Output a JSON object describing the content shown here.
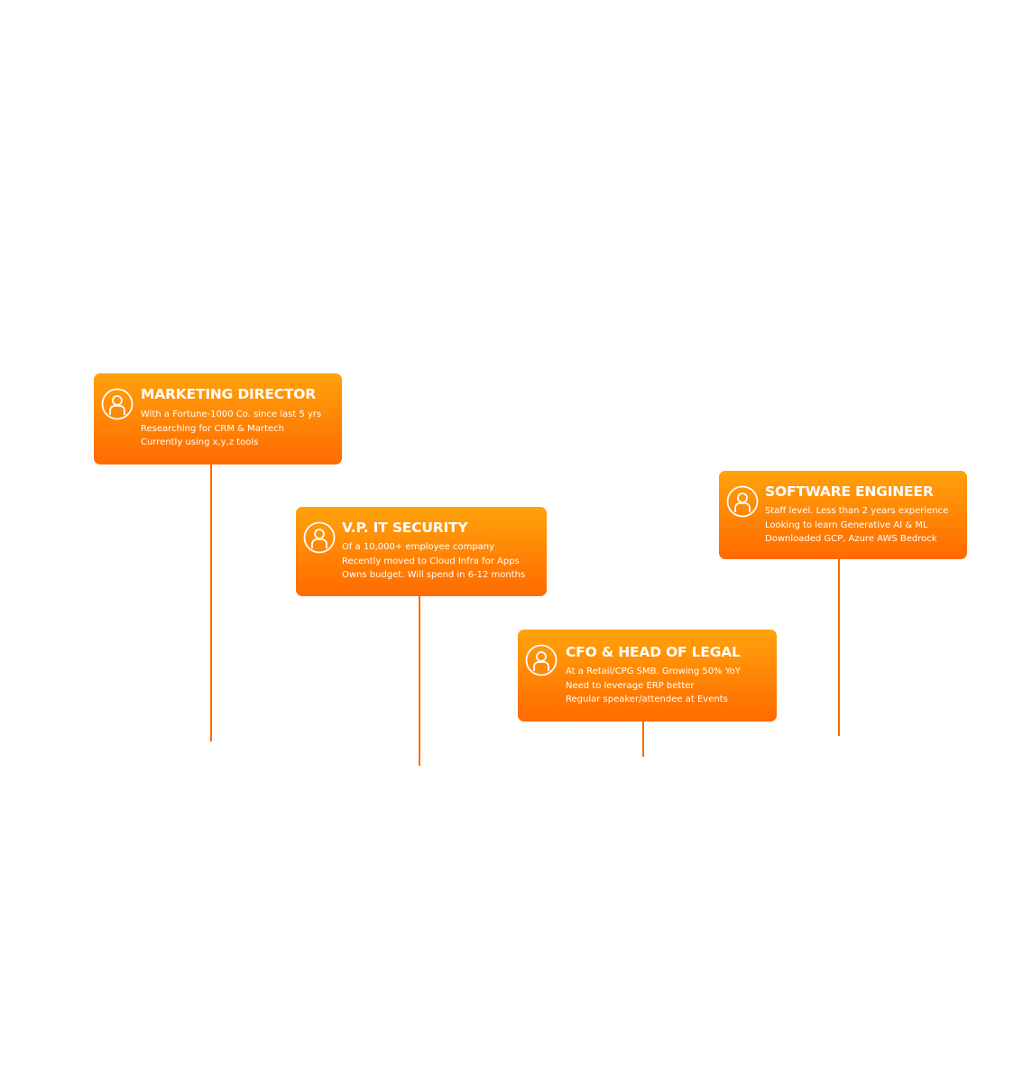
{
  "accent_color": "#ff6a00",
  "gradient_top": "#ffa20c",
  "personas": [
    {
      "title": "MARKETING DIRECTOR",
      "icon": "user-icon",
      "lines": [
        "With a Fortune-1000 Co. since last 5 yrs",
        "Researching for CRM & Martech",
        "Currently using x,y,z tools"
      ]
    },
    {
      "title": "V.P. IT SECURITY",
      "icon": "user-icon",
      "lines": [
        "Of a 10,000+ employee company",
        "Recently moved to Cloud Infra for Apps",
        "Owns budget. Will spend in 6-12 months"
      ]
    },
    {
      "title": "CFO & HEAD OF LEGAL",
      "icon": "user-icon",
      "lines": [
        "At a Retail/CPG SMB. Growing 50% YoY",
        "Need to leverage ERP better",
        "Regular speaker/attendee at Events"
      ]
    },
    {
      "title": "SOFTWARE ENGINEER",
      "icon": "user-icon",
      "lines": [
        "Staff level. Less than 2 years experience",
        "Looking to learn Generative AI & ML",
        "Downloaded GCP, Azure AWS Bedrock"
      ]
    }
  ]
}
